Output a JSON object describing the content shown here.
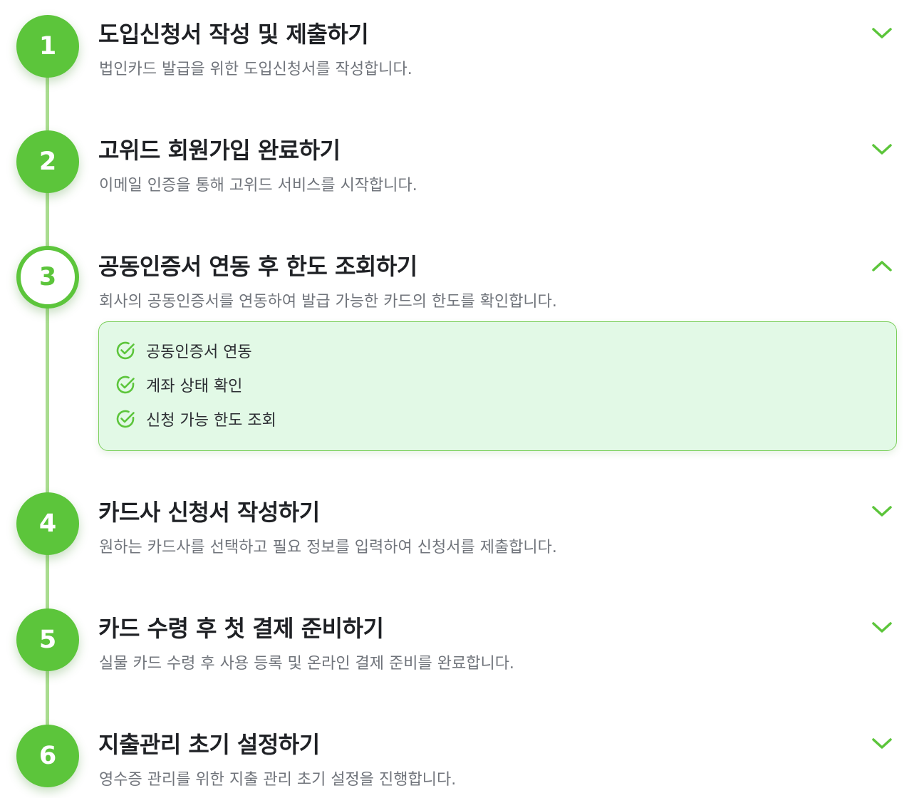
{
  "colors": {
    "accent": "#5cc53b",
    "track": "#a9dc8f",
    "panel_bg": "#e2f9e6",
    "title": "#1f2125",
    "description": "#70747b"
  },
  "steps": [
    {
      "number": "1",
      "title": "도입신청서 작성 및 제출하기",
      "description": "법인카드 발급을 위한 도입신청서를 작성합니다.",
      "state": "collapsed",
      "toggle_icon": "chevron-down-icon"
    },
    {
      "number": "2",
      "title": "고위드 회원가입 완료하기",
      "description": "이메일 인증을 통해 고위드 서비스를 시작합니다.",
      "state": "collapsed",
      "toggle_icon": "chevron-down-icon"
    },
    {
      "number": "3",
      "title": "공동인증서 연동 후 한도 조회하기",
      "description": "회사의 공동인증서를 연동하여 발급 가능한 카드의 한도를 확인합니다.",
      "state": "expanded",
      "toggle_icon": "chevron-up-icon",
      "tasks": [
        {
          "label": "공동인증서 연동",
          "icon": "check-circle-icon"
        },
        {
          "label": "계좌 상태 확인",
          "icon": "check-circle-icon"
        },
        {
          "label": "신청 가능 한도 조회",
          "icon": "check-circle-icon"
        }
      ]
    },
    {
      "number": "4",
      "title": "카드사 신청서 작성하기",
      "description": "원하는 카드사를 선택하고 필요 정보를 입력하여 신청서를 제출합니다.",
      "state": "collapsed",
      "toggle_icon": "chevron-down-icon"
    },
    {
      "number": "5",
      "title": "카드 수령 후 첫 결제 준비하기",
      "description": "실물 카드 수령 후 사용 등록 및 온라인 결제 준비를 완료합니다.",
      "state": "collapsed",
      "toggle_icon": "chevron-down-icon"
    },
    {
      "number": "6",
      "title": "지출관리 초기 설정하기",
      "description": "영수증 관리를 위한 지출 관리 초기 설정을 진행합니다.",
      "state": "collapsed",
      "toggle_icon": "chevron-down-icon"
    }
  ]
}
